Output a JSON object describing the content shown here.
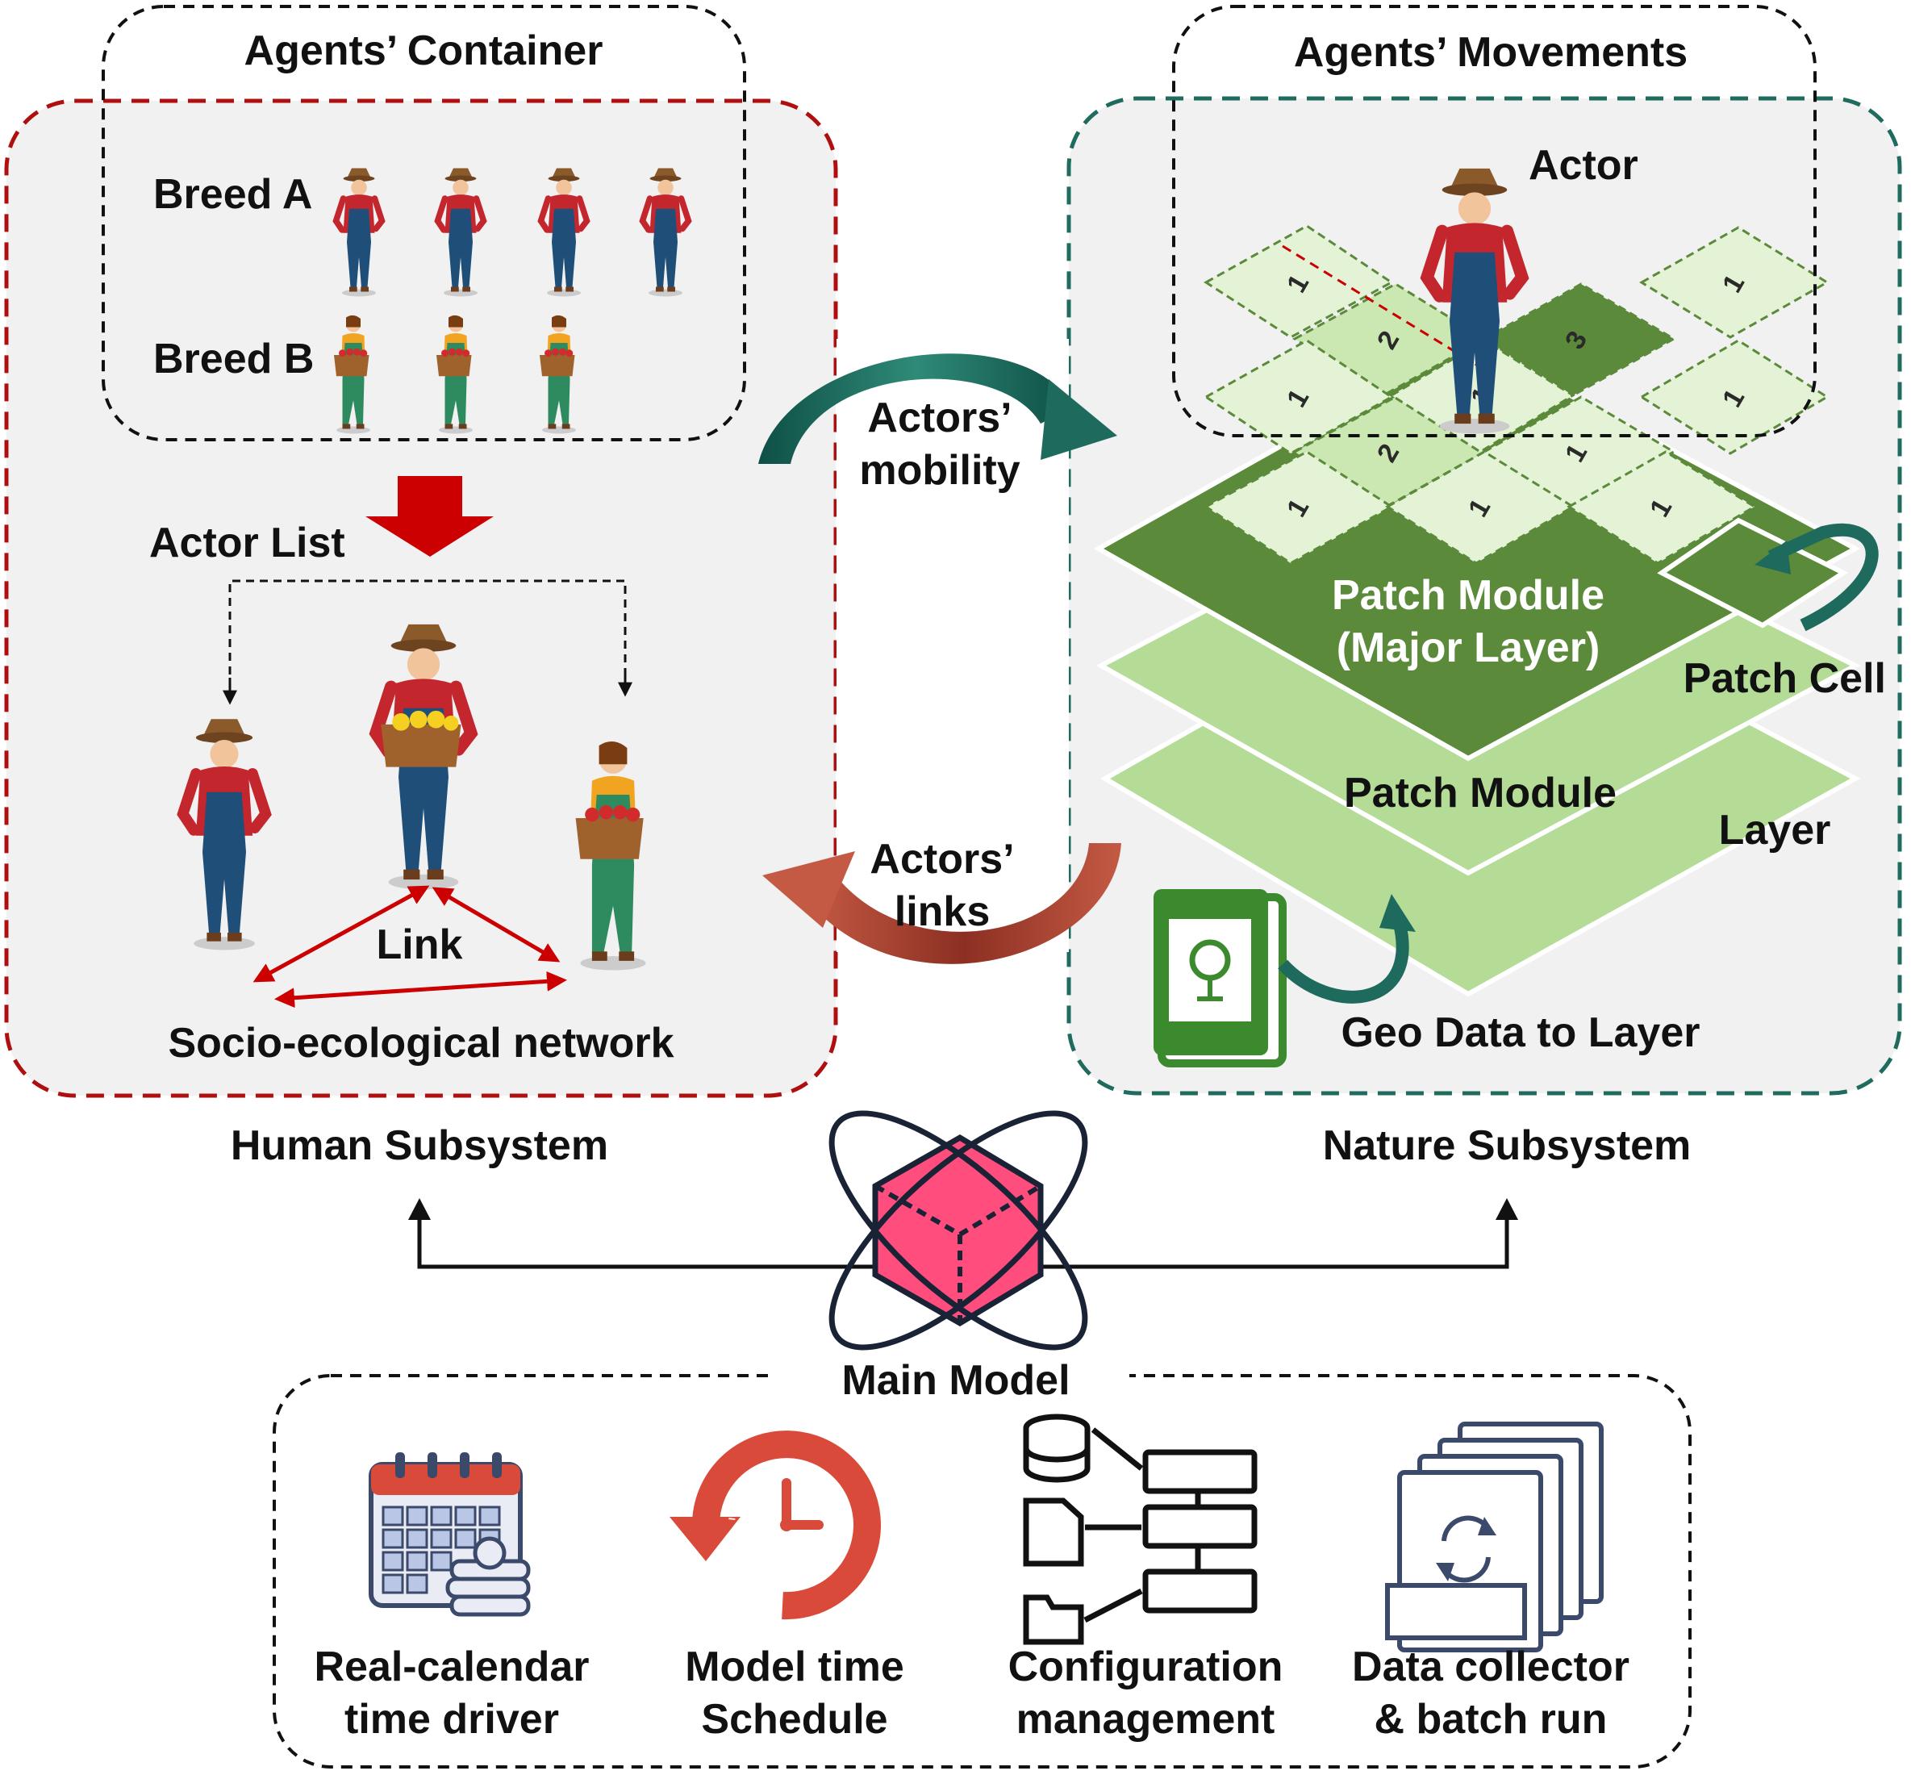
{
  "human_panel": {
    "container_title": "Agents’ Container",
    "breed_a": "Breed A",
    "breed_b": "Breed B",
    "actor_list": "Actor List",
    "link": "Link",
    "network": "Socio-ecological network",
    "subsystem": "Human Subsystem"
  },
  "nature_panel": {
    "movements_title": "Agents’ Movements",
    "actor": "Actor",
    "patch_major_line1": "Patch Module",
    "patch_major_line2": "(Major Layer)",
    "patch_cell": "Patch Cell",
    "patch_module": "Patch Module",
    "layer": "Layer",
    "geo_data": "Geo Data to Layer",
    "subsystem": "Nature Subsystem",
    "grid_numbers": [
      "1",
      "2",
      "3",
      "1",
      "1",
      "2",
      "1",
      "1",
      "1",
      "1",
      "1",
      "1"
    ]
  },
  "center": {
    "mobility_line1": "Actors’",
    "mobility_line2": "mobility",
    "links_line1": "Actors’",
    "links_line2": "links",
    "main_model": "Main Model"
  },
  "tools": [
    {
      "icon": "calendar-icon",
      "line1": "Real-calendar",
      "line2": "time driver"
    },
    {
      "icon": "clock-icon",
      "line1": "Model time",
      "line2": "Schedule"
    },
    {
      "icon": "server-icon",
      "line1": "Configuration",
      "line2": "management"
    },
    {
      "icon": "document-stack-icon",
      "line1": "Data collector",
      "line2": "& batch run"
    }
  ],
  "colors": {
    "human_border": "#b00f0f",
    "nature_border": "#1f6b5e",
    "panel_bg": "#f1f1f1",
    "dark_green": "#5b8a3a",
    "light_green": "#b4dc96",
    "pale_green": "#e4f2d6",
    "cube": "#ff4d7e",
    "arrow_red": "#cc0000",
    "teal_arrow": "#1e6b5e",
    "brown_arrow": "#b34a37"
  }
}
